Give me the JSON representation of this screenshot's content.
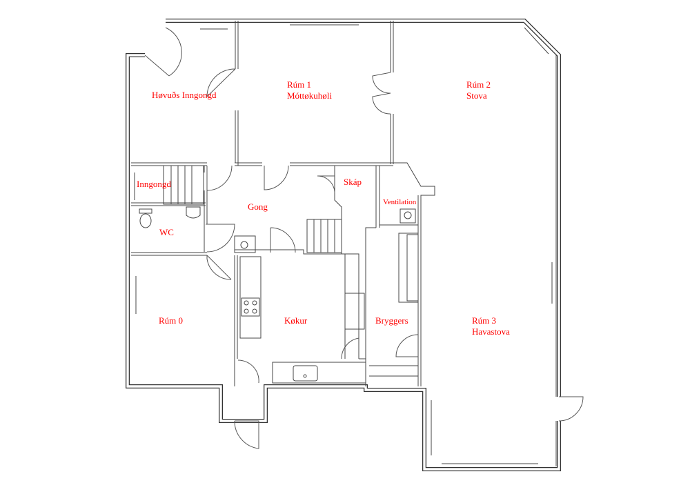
{
  "rooms": {
    "main_entrance": "Høvuðs Inngongd",
    "room1_name": "Rúm 1",
    "room1_sub": "Móttøkuhøli",
    "room2_name": "Rúm 2",
    "room2_sub": "Stova",
    "entrance": "Inngongd",
    "closet": "Skáp",
    "hallway": "Gong",
    "ventilation": "Ventilation",
    "wc": "WC",
    "room0": "Rúm 0",
    "kitchen": "Køkur",
    "utility": "Bryggers",
    "room3_name": "Rúm 3",
    "room3_sub": "Havastova"
  },
  "colors": {
    "label": "#ff0000",
    "wall": "#333333"
  }
}
